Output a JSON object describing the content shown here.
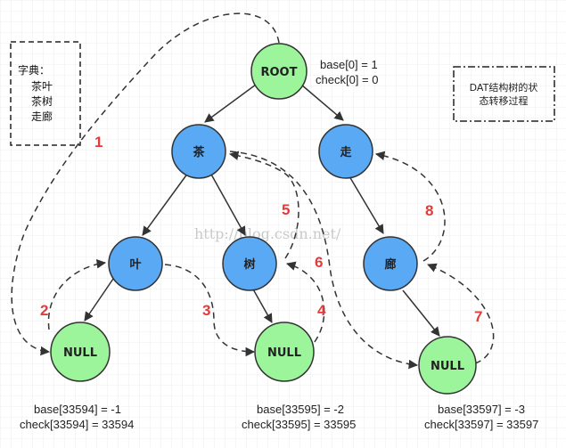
{
  "dictionary": {
    "title": "字典：",
    "words": [
      "茶叶",
      "茶树",
      "走廊"
    ]
  },
  "legend": {
    "lines": [
      "DAT结构树的状",
      "态转移过程"
    ]
  },
  "watermark": "http://blog.csdn.net/",
  "nodes": {
    "root": "ROOT",
    "cha": "茶",
    "zou": "走",
    "ye": "叶",
    "shu": "树",
    "lang": "廊",
    "null1": "NULL",
    "null2": "NULL",
    "null3": "NULL"
  },
  "annotations": {
    "root_base": "base[0] = 1",
    "root_check": "check[0] = 0",
    "null1_base": "base[33594] = -1",
    "null1_check": "check[33594] = 33594",
    "null2_base": "base[33595] = -2",
    "null2_check": "check[33595] = 33595",
    "null3_base": "base[33597] = -3",
    "null3_check": "check[33597] = 33597"
  },
  "steps": [
    "1",
    "2",
    "3",
    "4",
    "5",
    "6",
    "7",
    "8"
  ],
  "colors": {
    "blue_node": "#5aa9f5",
    "green_node": "#9cf59a",
    "step_label": "#e23b3b",
    "grid": "#eeeeee"
  }
}
